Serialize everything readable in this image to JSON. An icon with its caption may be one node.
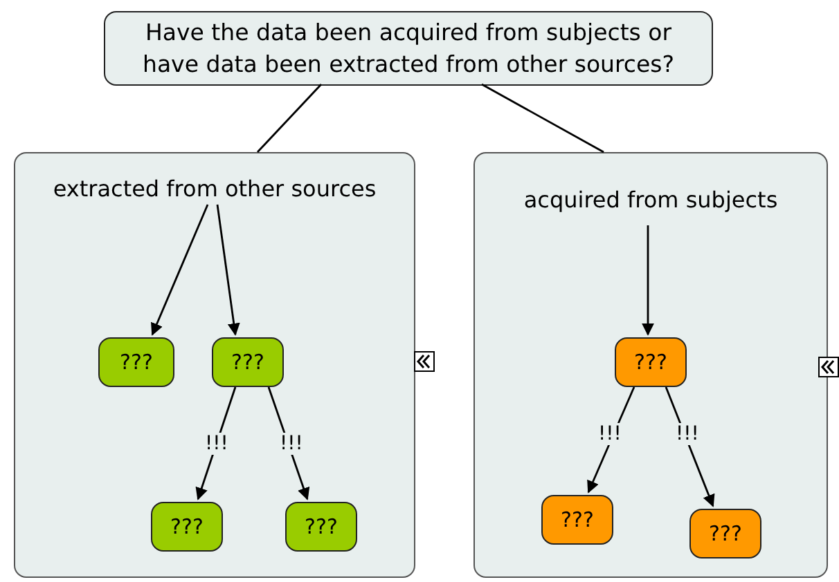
{
  "diagram": {
    "nodes": [
      {
        "text": [
          "Have the data been acquired from subjects or have data been extracted from other sources?"
        ]
      },
      {
        "text": [
          "extracted from other sources"
        ]
      },
      {
        "text": [
          "???"
        ],
        "in": 1
      },
      {
        "text": [
          "???"
        ],
        "in": 1
      },
      {
        "text": [
          "???"
        ],
        "in": 1
      },
      {
        "text": [
          "???"
        ],
        "in": 1
      },
      {
        "text": [
          "acquired from subjects"
        ]
      },
      {
        "text": [
          "???"
        ],
        "in": 6
      },
      {
        "text": [
          "???"
        ],
        "in": 6
      },
      {
        "text": [
          "???"
        ],
        "in": 6
      }
    ],
    "edges": [
      {
        "from": 0,
        "to": 1,
        "arrow": "none"
      },
      {
        "from": 0,
        "to": 6,
        "arrow": "none"
      },
      {
        "from": 1,
        "to": 2,
        "arrow": "to"
      },
      {
        "from": 1,
        "to": 3,
        "arrow": "to"
      },
      {
        "from": 3,
        "to": 4,
        "label": "!!!",
        "arrow": "to"
      },
      {
        "from": 3,
        "to": 5,
        "label": "!!!",
        "arrow": "to"
      },
      {
        "from": 6,
        "to": 7,
        "arrow": "to"
      },
      {
        "from": 7,
        "to": 8,
        "label": "!!!",
        "arrow": "to"
      },
      {
        "from": 7,
        "to": 9,
        "label": "!!!",
        "arrow": "to"
      }
    ]
  }
}
